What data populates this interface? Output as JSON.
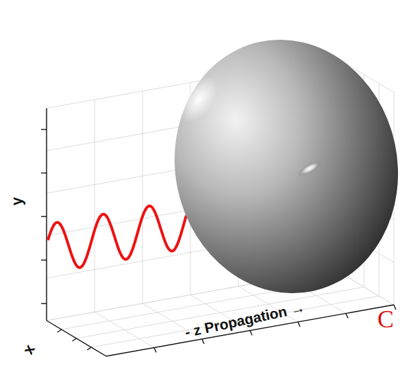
{
  "diagram": {
    "labels": [
      "y",
      "x",
      "- z Propagation →",
      "C"
    ]
  }
}
